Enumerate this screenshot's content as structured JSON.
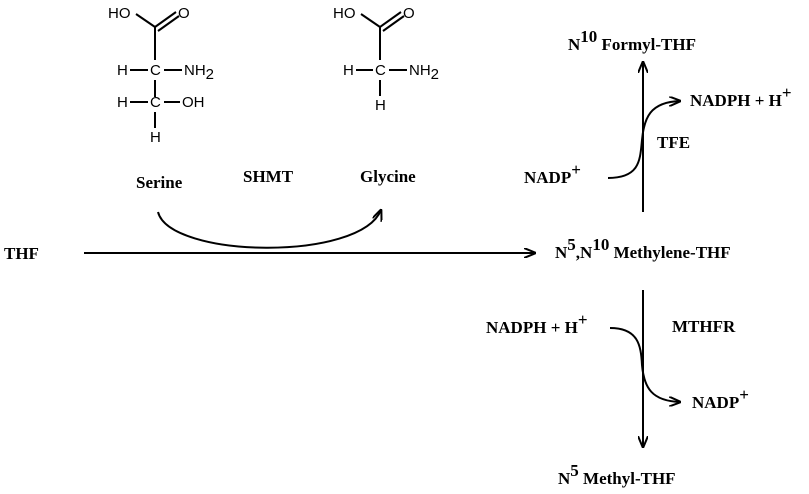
{
  "serine": {
    "atoms": {
      "ho": "HO",
      "o": "O",
      "h1": "H",
      "nh": "NH",
      "nh_sub": "2",
      "h2": "H",
      "oh": "OH",
      "h3": "H",
      "c1": "C",
      "c2": "C"
    },
    "name": "Serine"
  },
  "glycine": {
    "atoms": {
      "ho": "HO",
      "o": "O",
      "h1": "H",
      "nh": "NH",
      "nh_sub": "2",
      "h2": "H",
      "c1": "C"
    },
    "name": "Glycine"
  },
  "enzymes": {
    "shmt": "SHMT",
    "tfe": "TFE",
    "mthfr": "MTHFR"
  },
  "compounds": {
    "thf": "THF",
    "formyl": {
      "n": "N",
      "sup": "10",
      "rest": " Formyl-THF"
    },
    "methylene": {
      "n1": "N",
      "sup1": "5",
      "mid": ",N",
      "sup2": "10",
      "rest": " Methylene-THF"
    },
    "methyl": {
      "n": "N",
      "sup": "5",
      "rest": " Methyl-THF"
    }
  },
  "cofactors": {
    "top_in": {
      "text": "NADP",
      "sup": "+"
    },
    "top_out": {
      "text": "NADPH + H",
      "sup": "+"
    },
    "bottom_in": {
      "text": "NADPH + H",
      "sup": "+"
    },
    "bottom_out": {
      "text": "NADP",
      "sup": "+"
    }
  }
}
